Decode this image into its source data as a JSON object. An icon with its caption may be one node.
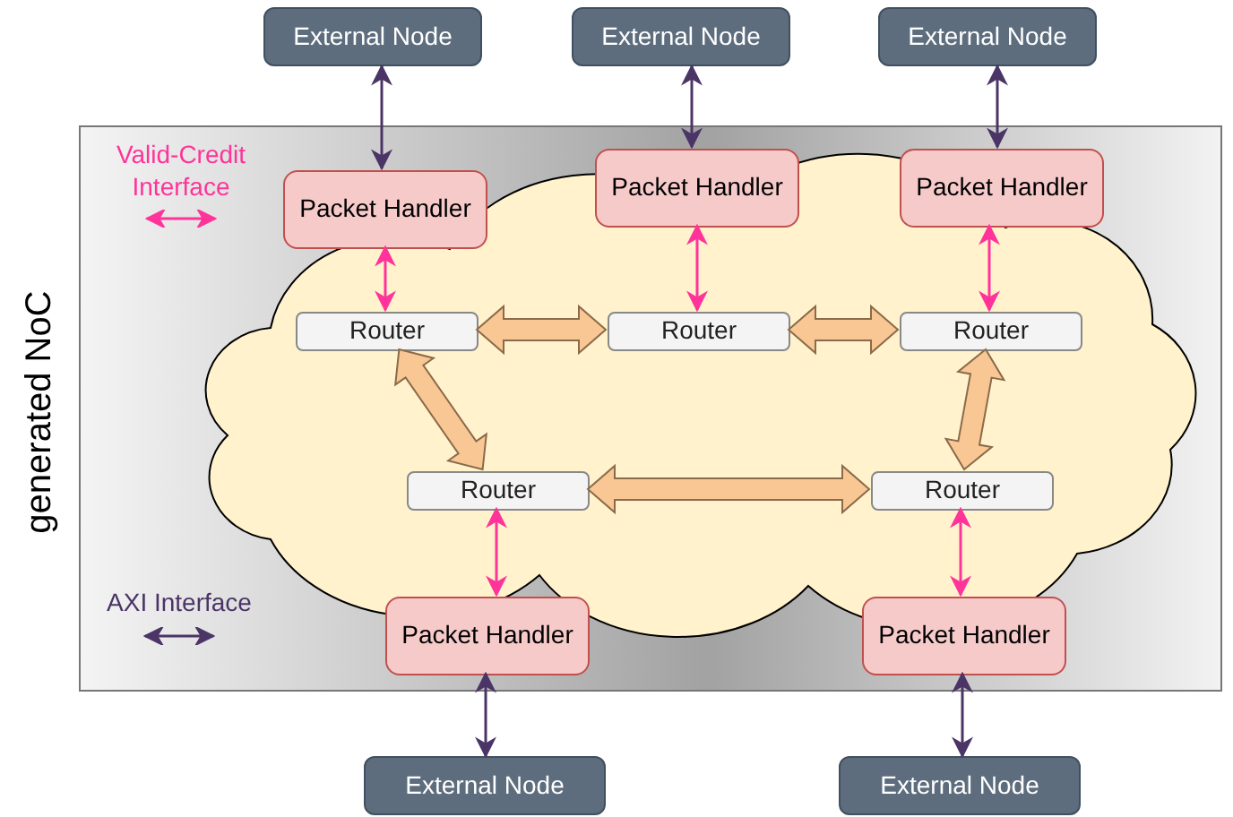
{
  "diagram": {
    "title": "generated NoC",
    "nodes": [
      {
        "text": [
          "External Node"
        ]
      },
      {
        "text": [
          "External Node"
        ]
      },
      {
        "text": [
          "External Node"
        ]
      },
      {
        "text": [],
        "shape": "box"
      },
      {
        "text": [
          "Packet Handler"
        ],
        "in": 3
      },
      {
        "text": [
          "Packet Handler"
        ],
        "in": 3
      },
      {
        "text": [
          "Packet Handler"
        ],
        "in": 3
      },
      {
        "text": [
          "Router"
        ],
        "in": 3
      },
      {
        "text": [
          "Router"
        ],
        "in": 3
      },
      {
        "text": [
          "Router"
        ],
        "in": 3
      },
      {
        "text": [
          "Router"
        ],
        "in": 3
      },
      {
        "text": [
          "Router"
        ],
        "in": 3
      },
      {
        "text": [
          "Packet Handler"
        ],
        "in": 3
      },
      {
        "text": [
          "Packet Handler"
        ],
        "in": 3
      },
      {
        "text": [
          "External Node"
        ]
      },
      {
        "text": [
          "External Node"
        ]
      }
    ],
    "edges": [
      {
        "from": 0,
        "to": 4,
        "arrow": "both"
      },
      {
        "from": 1,
        "to": 5,
        "arrow": "both"
      },
      {
        "from": 2,
        "to": 6,
        "arrow": "both"
      },
      {
        "from": 4,
        "to": 7,
        "arrow": "both",
        "color": "#ff3399"
      },
      {
        "from": 5,
        "to": 8,
        "arrow": "both",
        "color": "#ff3399"
      },
      {
        "from": 6,
        "to": 9,
        "arrow": "both",
        "color": "#ff3399"
      },
      {
        "from": 7,
        "to": 8,
        "arrow": "both",
        "style": "thick",
        "color": "#f9c794"
      },
      {
        "from": 8,
        "to": 9,
        "arrow": "both",
        "style": "thick",
        "color": "#f9c794"
      },
      {
        "from": 7,
        "to": 10,
        "arrow": "both",
        "style": "thick",
        "color": "#f9c794"
      },
      {
        "from": 9,
        "to": 11,
        "arrow": "both",
        "style": "thick",
        "color": "#f9c794"
      },
      {
        "from": 10,
        "to": 11,
        "arrow": "both",
        "style": "thick",
        "color": "#f9c794"
      },
      {
        "from": 10,
        "to": 12,
        "arrow": "both",
        "color": "#ff3399"
      },
      {
        "from": 11,
        "to": 13,
        "arrow": "both",
        "color": "#ff3399"
      },
      {
        "from": 12,
        "to": 14,
        "arrow": "both"
      },
      {
        "from": 13,
        "to": 15,
        "arrow": "both"
      }
    ],
    "legend": [
      {
        "text": "Valid-Credit Interface",
        "color": "#ff3399"
      },
      {
        "text": "AXI Interface",
        "color": "#4a3566"
      }
    ]
  }
}
